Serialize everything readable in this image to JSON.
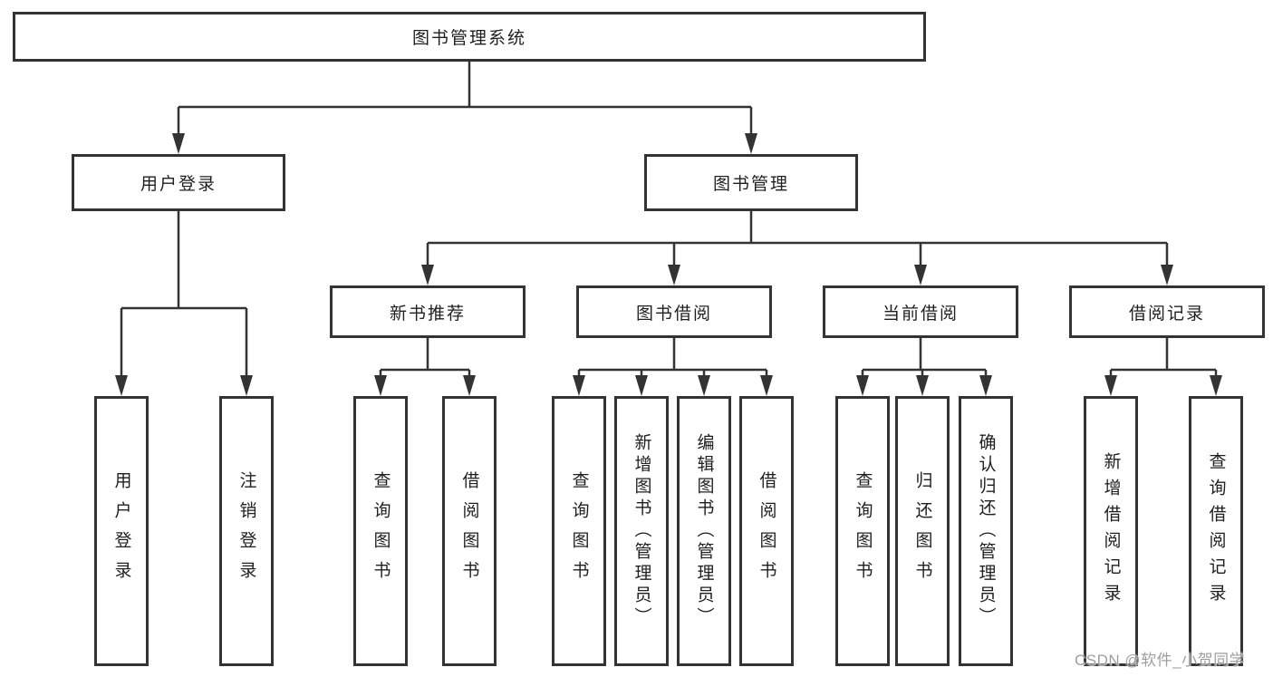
{
  "diagram_type": "function-structure-tree",
  "nodes": {
    "root": {
      "label": "图书管理系统"
    },
    "user_login": {
      "label": "用户登录"
    },
    "book_management": {
      "label": "图书管理"
    },
    "new_book_recommend": {
      "label": "新书推荐"
    },
    "book_borrowing": {
      "label": "图书借阅"
    },
    "current_borrowing": {
      "label": "当前借阅"
    },
    "borrowing_records": {
      "label": "借阅记录"
    },
    "user_login_leaf": {
      "label": "用户登录"
    },
    "logout_leaf": {
      "label": "注销登录"
    },
    "recommend_query_book": {
      "label": "查询图书"
    },
    "recommend_borrow_book": {
      "label": "借阅图书"
    },
    "borrowing_query_book": {
      "label": "查询图书"
    },
    "borrowing_add_book": {
      "label": "新增图书（管理员）"
    },
    "borrowing_edit_book": {
      "label": "编辑图书（管理员）"
    },
    "borrowing_borrow_book": {
      "label": "借阅图书"
    },
    "current_query_book": {
      "label": "查询图书"
    },
    "current_return_book": {
      "label": "归还图书"
    },
    "current_confirm_return": {
      "label": "确认归还（管理员）"
    },
    "records_add_record": {
      "label": "新增借阅记录"
    },
    "records_query_record": {
      "label": "查询借阅记录"
    }
  },
  "hierarchy": {
    "root": [
      "user_login",
      "book_management"
    ],
    "user_login": [
      "user_login_leaf",
      "logout_leaf"
    ],
    "book_management": [
      "new_book_recommend",
      "book_borrowing",
      "current_borrowing",
      "borrowing_records"
    ],
    "new_book_recommend": [
      "recommend_query_book",
      "recommend_borrow_book"
    ],
    "book_borrowing": [
      "borrowing_query_book",
      "borrowing_add_book",
      "borrowing_edit_book",
      "borrowing_borrow_book"
    ],
    "current_borrowing": [
      "current_query_book",
      "current_return_book",
      "current_confirm_return"
    ],
    "borrowing_records": [
      "records_add_record",
      "records_query_record"
    ]
  },
  "watermark": {
    "text": "CSDN @软件_小贺同学"
  },
  "colors": {
    "line": "#333333",
    "box_border": "#333333",
    "text": "#1f1f1f",
    "watermark": "#9e9e9e",
    "background": "#ffffff"
  }
}
